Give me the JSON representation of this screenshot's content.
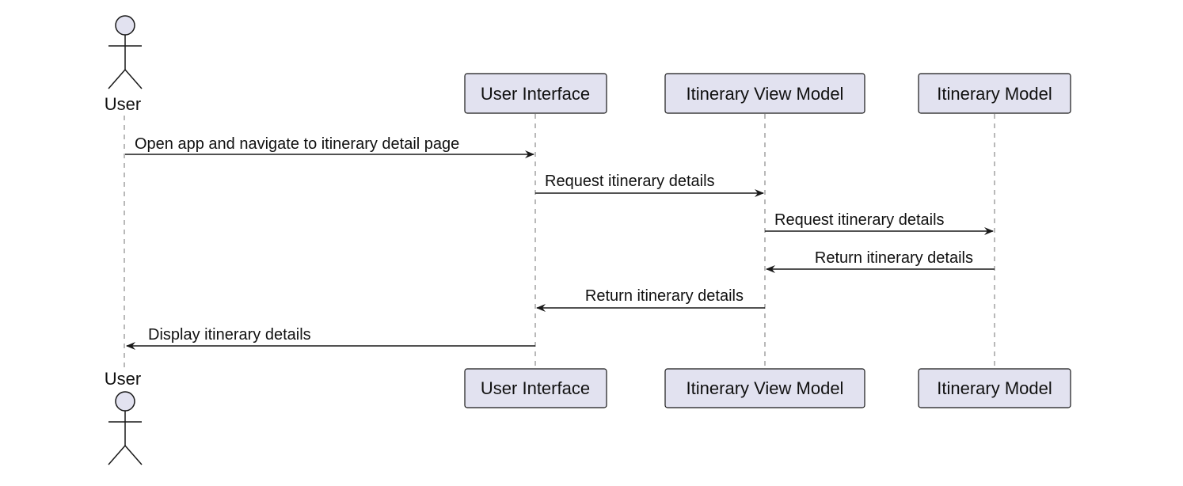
{
  "colors": {
    "participant_fill": "#e2e2f0",
    "participant_stroke": "#181818",
    "lifeline": "#b9b9b9",
    "arrow": "#181818",
    "actor_head_fill": "#e2e2f0"
  },
  "participants": [
    {
      "id": "user",
      "label": "User",
      "kind": "actor"
    },
    {
      "id": "ui",
      "label": "User Interface",
      "kind": "participant"
    },
    {
      "id": "vm",
      "label": "Itinerary View Model",
      "kind": "participant"
    },
    {
      "id": "model",
      "label": "Itinerary Model",
      "kind": "participant"
    }
  ],
  "messages": [
    {
      "from": "user",
      "to": "ui",
      "label": "Open app and navigate to itinerary detail page"
    },
    {
      "from": "ui",
      "to": "vm",
      "label": "Request itinerary details"
    },
    {
      "from": "vm",
      "to": "model",
      "label": "Request itinerary details"
    },
    {
      "from": "model",
      "to": "vm",
      "label": "Return itinerary details"
    },
    {
      "from": "vm",
      "to": "ui",
      "label": "Return itinerary details"
    },
    {
      "from": "ui",
      "to": "user",
      "label": "Display itinerary details"
    }
  ]
}
